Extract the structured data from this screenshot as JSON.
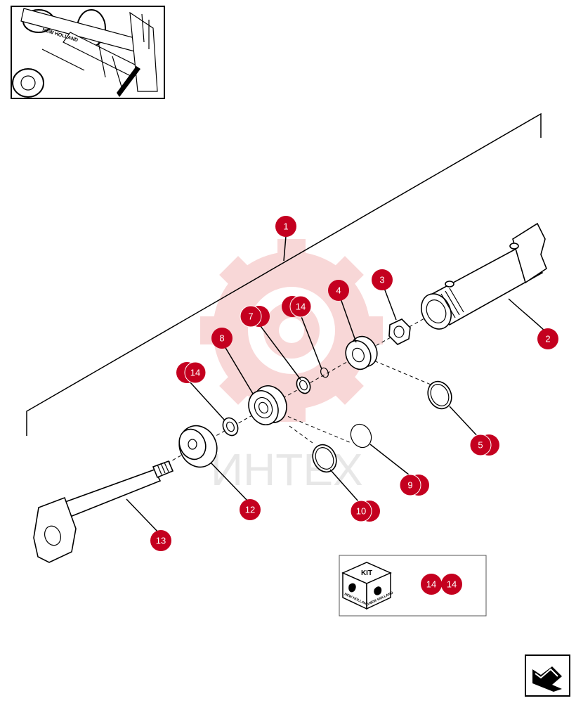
{
  "thumbnail": {
    "brand": "NEW HOLLAND"
  },
  "watermark": {
    "text": "ИНТЕХ",
    "color": "#f4b8b8"
  },
  "badge_color": "#c4001f",
  "callouts": [
    {
      "id": "c1",
      "label": "1"
    },
    {
      "id": "c2",
      "label": "2"
    },
    {
      "id": "c3",
      "label": "3"
    },
    {
      "id": "c4",
      "label": "4"
    },
    {
      "id": "c5",
      "label": "5"
    },
    {
      "id": "c7",
      "label": "7"
    },
    {
      "id": "c8",
      "label": "8"
    },
    {
      "id": "c9",
      "label": "9"
    },
    {
      "id": "c10",
      "label": "10"
    },
    {
      "id": "c12",
      "label": "12"
    },
    {
      "id": "c13",
      "label": "13"
    },
    {
      "id": "c14a",
      "label": "14"
    },
    {
      "id": "c14b",
      "label": "14"
    }
  ],
  "kit": {
    "label": "KIT",
    "brand": "NEW HOLLAND",
    "items": [
      "14",
      "14"
    ]
  }
}
